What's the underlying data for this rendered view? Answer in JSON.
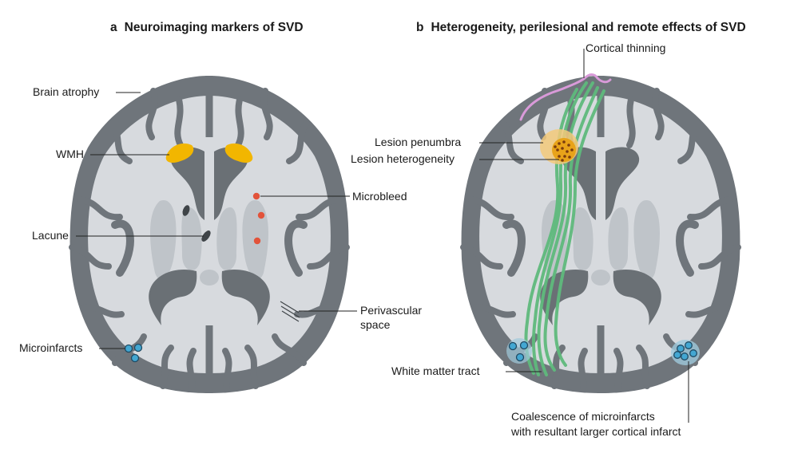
{
  "panel_a": {
    "letter": "a",
    "title": "Neuroimaging markers of SVD",
    "labels": {
      "brain_atrophy": "Brain atrophy",
      "wmh": "WMH",
      "lacune": "Lacune",
      "microinfarcts": "Microinfarcts",
      "microbleed": "Microbleed",
      "perivascular_1": "Perivascular",
      "perivascular_2": "space"
    }
  },
  "panel_b": {
    "letter": "b",
    "title": "Heterogeneity, perilesional and remote effects of SVD",
    "labels": {
      "cortical_thinning": "Cortical thinning",
      "lesion_penumbra": "Lesion penumbra",
      "lesion_heterogeneity": "Lesion heterogeneity",
      "white_matter_tract": "White matter tract",
      "coalescence_1": "Coalescence of microinfarcts",
      "coalescence_2": "with resultant larger cortical infarct"
    }
  },
  "colors": {
    "cortex": "#6f757b",
    "white_matter": "#d7dade",
    "ventricle": "#6a7075",
    "wmh": "#f2b600",
    "microbleed": "#e2533a",
    "microinfarct": "#43a7d2",
    "tract": "#5fba7d",
    "penumbra": "#f3c97a",
    "cortical_thinning": "#d99ad9"
  }
}
